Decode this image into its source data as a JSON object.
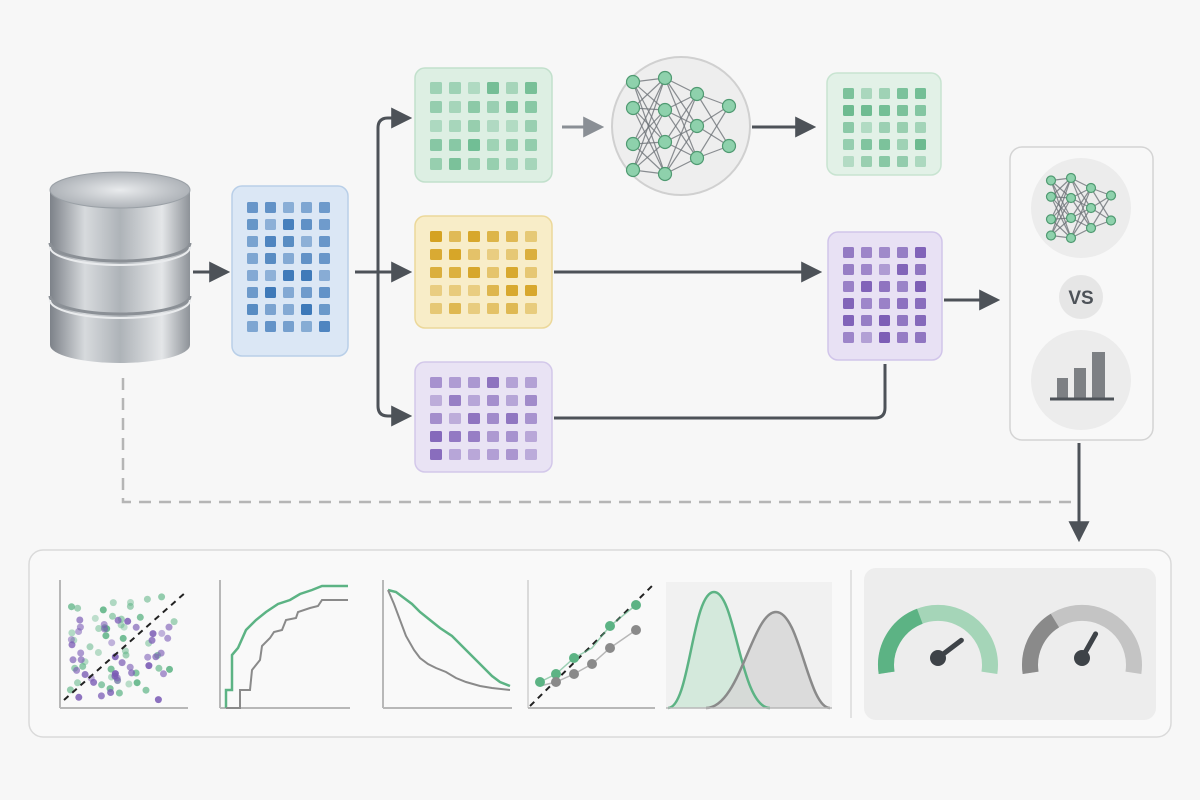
{
  "colors": {
    "blue": "#3b77b8",
    "green": "#5cb384",
    "yellow": "#d4a11e",
    "purple": "#7b5cb5",
    "gray": "#8a8a8a",
    "arrow": "#4d5258",
    "dashed": "#b5b5b5"
  },
  "icons": {
    "database": "database-icon",
    "neural_net": "neural-network-icon",
    "bar_chart": "bar-chart-icon",
    "gauge": "gauge-icon"
  },
  "comparison": {
    "vs_label": "VS"
  },
  "gauges": [
    {
      "name": "green-gauge",
      "level": 0.72
    },
    {
      "name": "gray-gauge",
      "level": 0.62
    }
  ],
  "pipeline": {
    "stages": [
      "database",
      "feature-matrix",
      "train-split",
      "validation-split",
      "test-split",
      "model",
      "predictions",
      "merged-results",
      "comparison",
      "evaluation-panel"
    ]
  }
}
